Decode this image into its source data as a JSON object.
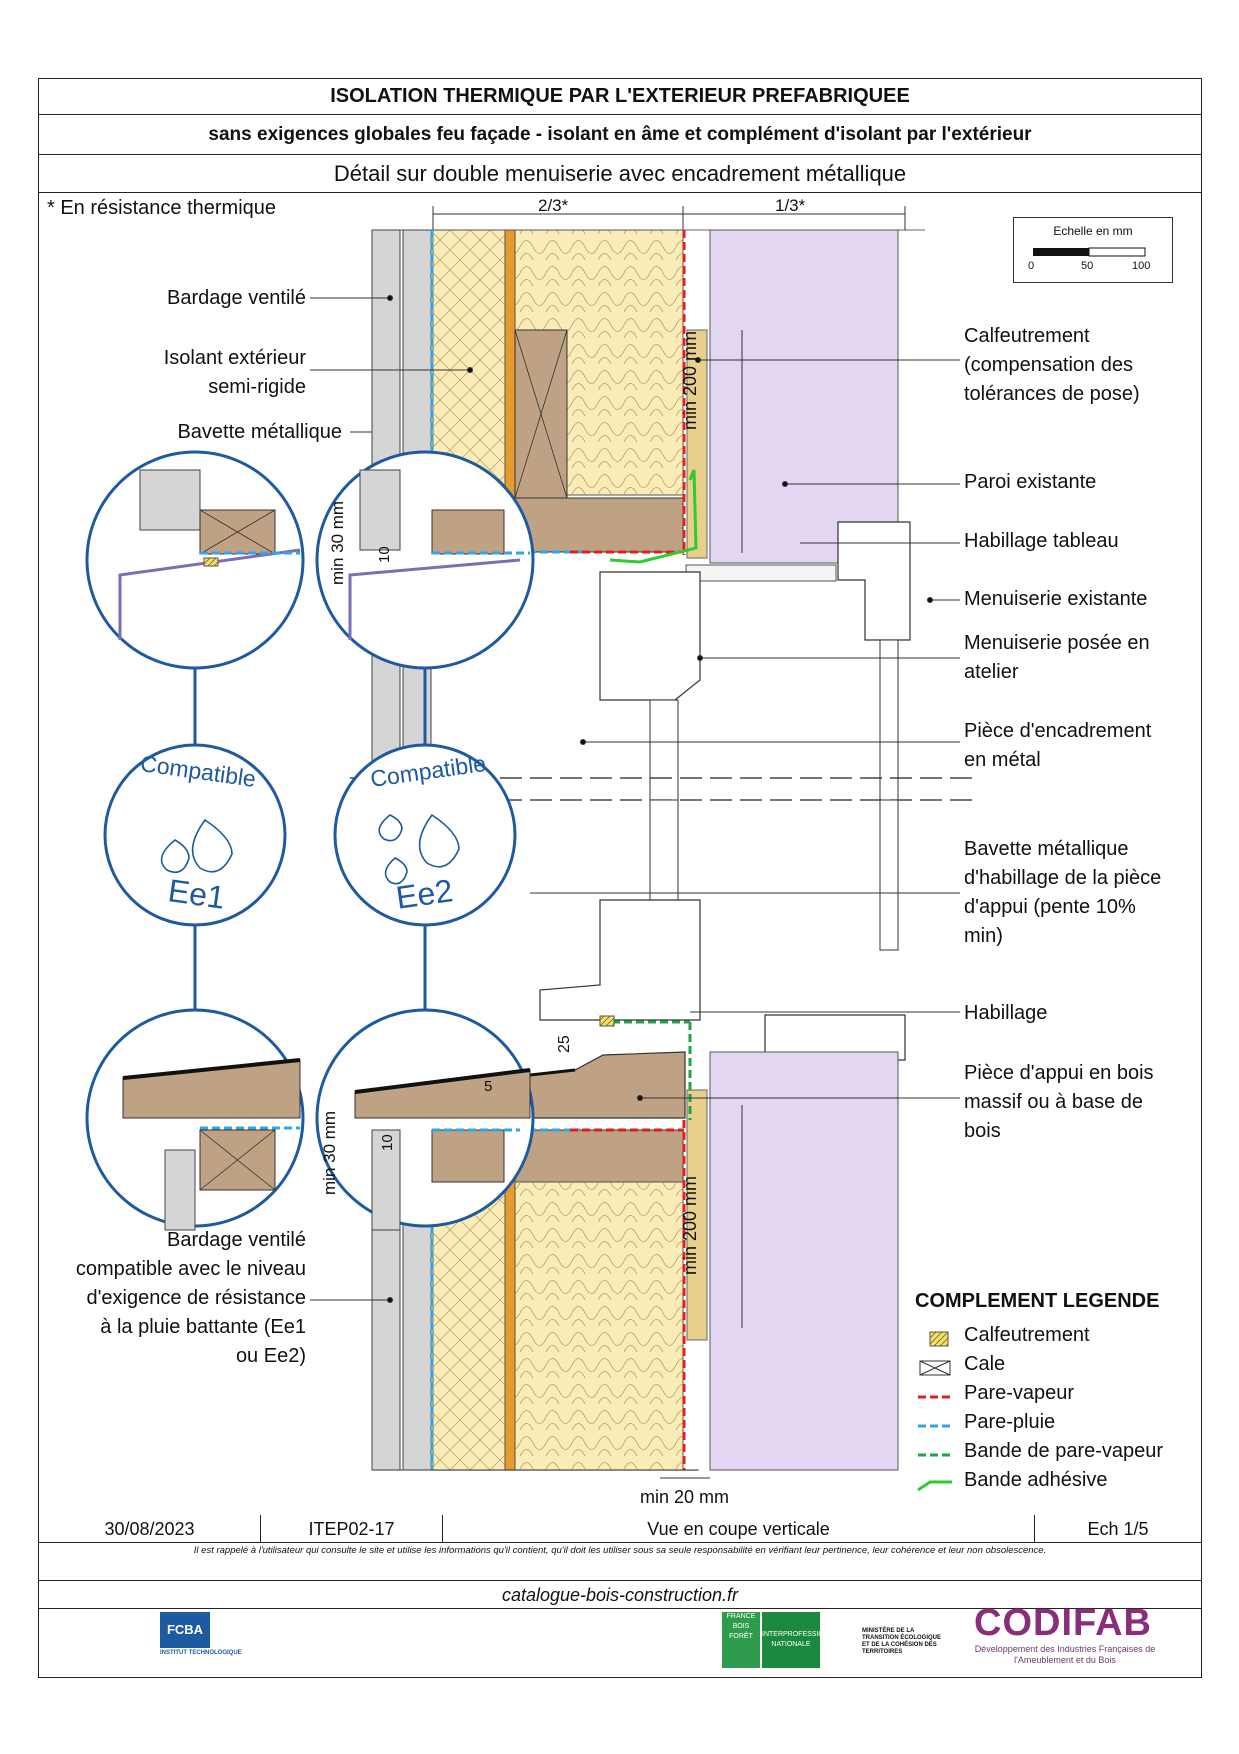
{
  "header": {
    "title": "ISOLATION THERMIQUE PAR L'EXTERIEUR PREFABRIQUEE",
    "subtitle": "sans exigences globales feu façade - isolant en âme et complément d'isolant par l'extérieur",
    "detail": "Détail sur double menuiserie avec encadrement métallique"
  },
  "note": "* En résistance thermique",
  "dimensions": {
    "two_thirds": "2/3*",
    "one_third": "1/3*",
    "min200_top": "min 200 mm",
    "min200_bottom": "min 200 mm",
    "min30_top": "min 30 mm",
    "min30_bottom": "min 30 mm",
    "ten_top": "10",
    "ten_bottom": "10",
    "twentyfive": "25",
    "five": "5",
    "min20": "min 20 mm"
  },
  "scale": {
    "title": "Echelle en mm",
    "ticks": [
      "0",
      "50",
      "100"
    ]
  },
  "labels_left": {
    "bardage": "Bardage ventilé",
    "isolant_1": "Isolant extérieur",
    "isolant_2": "semi-rigide",
    "bavette": "Bavette métallique",
    "bardage_compat": [
      "Bardage ventilé",
      "compatible avec le niveau",
      "d'exigence de résistance",
      "à la pluie battante (Ee1",
      "ou Ee2)"
    ]
  },
  "labels_right": {
    "calfeutrement": [
      "Calfeutrement",
      "(compensation des",
      "tolérances de pose)"
    ],
    "paroi": "Paroi existante",
    "habillage_tableau": "Habillage tableau",
    "menuiserie_existante": "Menuiserie existante",
    "menuiserie_atelier": [
      "Menuiserie posée en",
      "atelier"
    ],
    "encadrement": [
      "Pièce d'encadrement",
      "en métal"
    ],
    "bavette_appui": [
      "Bavette métallique",
      "d'habillage de la pièce",
      "d'appui (pente 10%",
      "min)"
    ],
    "habillage": "Habillage",
    "piece_appui": [
      "Pièce d'appui en bois",
      "massif ou à base de",
      "bois"
    ]
  },
  "badges": {
    "compatible": "Compatible",
    "ee1": "Ee1",
    "ee2": "Ee2"
  },
  "legend": {
    "title": "COMPLEMENT LEGENDE",
    "items": [
      {
        "label": "Calfeutrement",
        "color": "#e6c200"
      },
      {
        "label": "Cale",
        "color": "#8b6a4f"
      },
      {
        "label": "Pare-vapeur",
        "color": "#e0201e"
      },
      {
        "label": "Pare-pluie",
        "color": "#2fa6e8"
      },
      {
        "label": "Bande de pare-vapeur",
        "color": "#1fa34a"
      },
      {
        "label": "Bande adhésive",
        "color": "#2ecc2e"
      }
    ]
  },
  "footer": {
    "date": "30/08/2023",
    "ref": "ITEP02-17",
    "view": "Vue en coupe verticale",
    "scale": "Ech 1/5",
    "disclaimer": "Il est rappelé à l'utilisateur qui consulte le site et utilise les informations qu'il contient, qu'il doit les utiliser sous sa seule responsabilité en vérifiant leur pertinence, leur cohérence et leur non obsolescence.",
    "site": "catalogue-bois-construction.fr",
    "logos": {
      "fcba": "FCBA",
      "fcba_sub": "INSTITUT TECHNOLOGIQUE",
      "fbf": "FRANCE BOIS FORÊT",
      "interpro": "INTERPROFESSION NATIONALE",
      "ministere": "MINISTÈRE DE LA TRANSITION ÉCOLOGIQUE ET DE LA COHÉSION DES TERRITOIRES",
      "codifab": "CODIFAB",
      "codifab_sub": "Développement des Industries Françaises de l'Ameublement et du Bois"
    }
  },
  "colors": {
    "insulation": "#faecb8",
    "wood": "#bfa183",
    "wall": "#e2d6f2",
    "cladding": "#d5d5d5",
    "circle": "#1e5aa0"
  }
}
